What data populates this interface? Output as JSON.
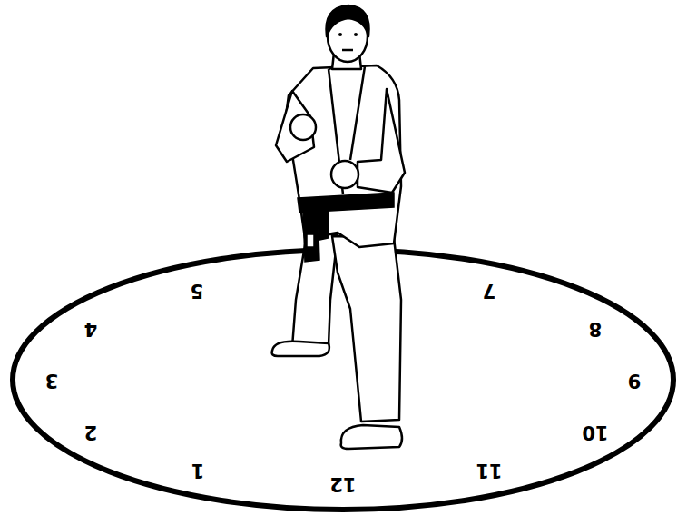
{
  "diagram": {
    "labels": [
      "1",
      "2",
      "3",
      "4",
      "5",
      "7",
      "8",
      "9",
      "10",
      "11",
      "12"
    ]
  }
}
